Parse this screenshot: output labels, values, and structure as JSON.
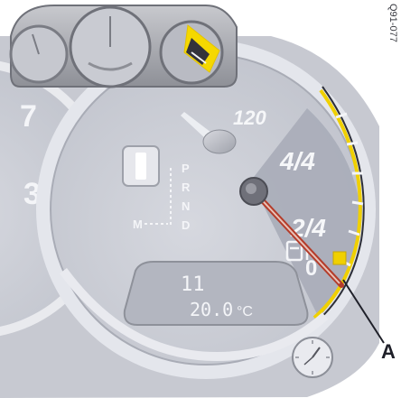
{
  "figure": {
    "code": "Q91-077",
    "callout_label": "A"
  },
  "inset_cluster": {
    "gauges": [
      "left-gauge",
      "center-gauge",
      "right-gauge"
    ],
    "highlighted": "right-gauge",
    "highlight_color": "#f5d800"
  },
  "speedo_partial": {
    "numbers": [
      "7",
      "3"
    ]
  },
  "temperature_gauge": {
    "scale_labels": [
      "120",
      "4/4",
      "2/4"
    ],
    "symbol": "fuel-pump-icon",
    "warning_light_color": "#f0d000",
    "needle_color": "#b43c2a",
    "arc_accent_color": "#f0d000"
  },
  "gear_indicator": {
    "positions": [
      "P",
      "R",
      "N",
      "D"
    ],
    "manual_label": "M"
  },
  "lcd": {
    "top": "11",
    "temperature": "20.0",
    "unit": "°C"
  }
}
